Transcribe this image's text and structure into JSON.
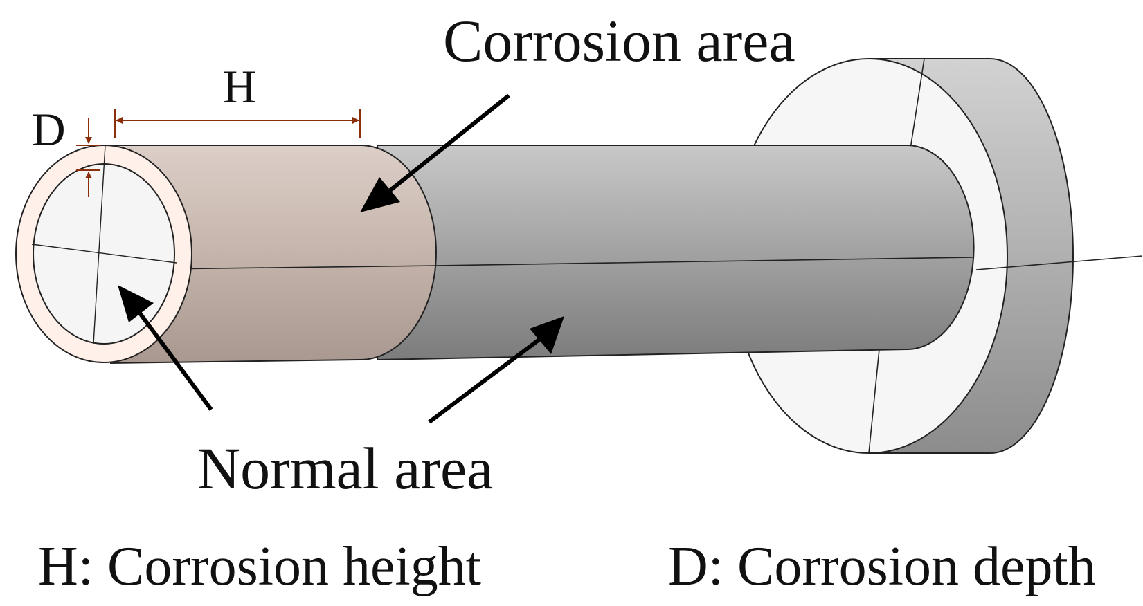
{
  "labels": {
    "corrosion_area": "Corrosion area",
    "normal_area": "Normal area",
    "dim_h": "H",
    "dim_d": "D",
    "legend_h": "H: Corrosion height",
    "legend_d": "D: Corrosion depth"
  },
  "colors": {
    "corrosion_fill": "#c7b6ad",
    "corrosion_end": "#fff0ea",
    "normal_fill": "#a0a0a0",
    "flange_face": "#f6f6f6",
    "flange_side": "#b4b4b4",
    "dimension": "#8a2f0a",
    "outline": "#222222",
    "arrow": "#000000"
  }
}
